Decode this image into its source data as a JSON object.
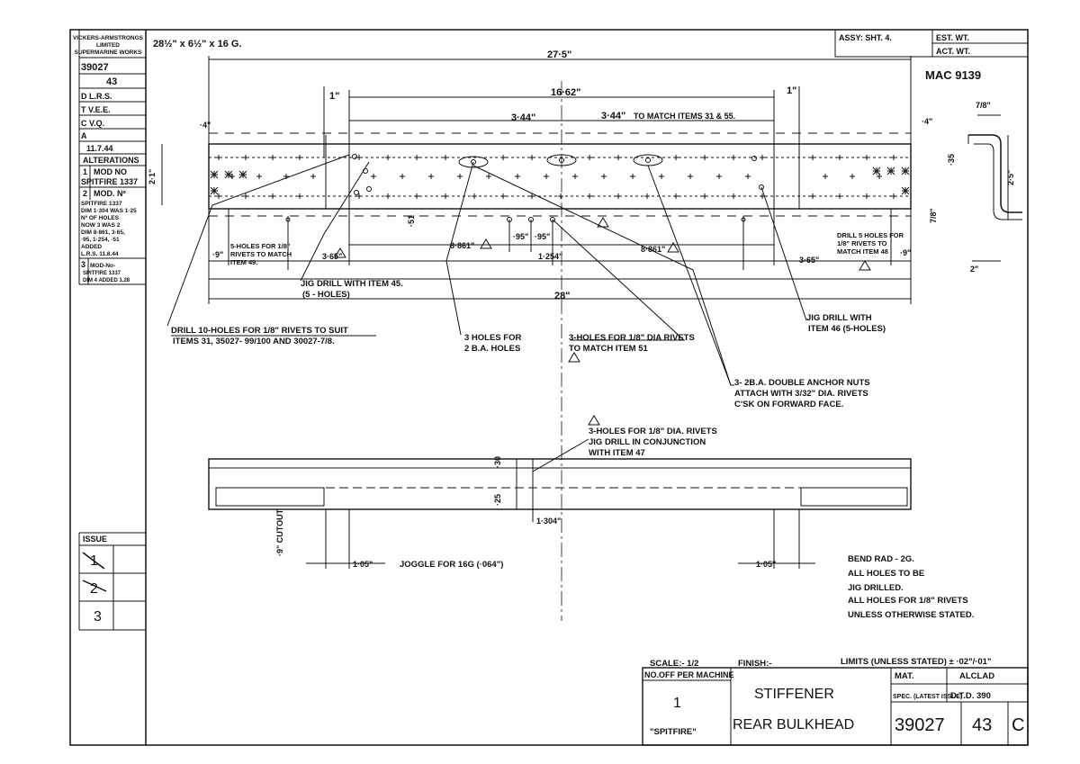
{
  "sidebar": {
    "company": [
      "VICKERS-ARMSTRONGS",
      "LIMITED",
      "SUPERMARINE WORKS"
    ],
    "drawing_no": "39027",
    "item_no": "43",
    "drawn": "D L.R.S.",
    "traced": "T V.E.E.",
    "checked": "C V.Q.",
    "approved": "A",
    "date": "11.7.44",
    "alterations_title": "ALTERATIONS",
    "alterations": [
      [
        "1",
        "MOD NO",
        "SPITFIRE 1337"
      ],
      [
        "2",
        "MOD. Nº",
        "SPITFIRE 1337",
        "DIM 1·304 WAS 1·25",
        "Nº OF HOLES",
        "NOW 3 WAS 2",
        "DIM 8·861, 3·65,",
        "·95, 1·254, ·51",
        "ADDED",
        "L.R.S. 11.8.44"
      ],
      [
        "3",
        "MOD-No-",
        "SPITFIRE 1337",
        "DIM 4 ADDED 1.28"
      ]
    ],
    "issue_title": "ISSUE",
    "issues": [
      "1",
      "2",
      "3"
    ]
  },
  "header": {
    "stock_size": "28½\" x 6½\" x 16 G.",
    "assy": "ASSY: SHT. 4.",
    "est_wt": "EST. WT.",
    "act_wt": "ACT. WT.",
    "mac_no": "MAC 9139"
  },
  "dims": {
    "overall_top": "27·5\"",
    "inner_span": "16·62\"",
    "spacing_left": "3·44\"",
    "spacing_right": "3·44\"",
    "to_match": "TO MATCH ITEMS 31 & 55.",
    "one_inch_left": "1\"",
    "one_inch_right": "1\"",
    "quarter_left": "·4\"",
    "quarter_right": "·4\"",
    "height_left": "2·1\"",
    "flange_top": "7/8\"",
    "flange_height": "2·5\"",
    "flange_small": "·35",
    "flange_bottom": "7/8\"",
    "flange_width": "2\"",
    "edge_left": "·9\"",
    "edge_right": "·9\"",
    "dim_365_left": "3·65\"",
    "dim_365_right": "3·65\"",
    "dim_8861_left": "8·861\"",
    "dim_8861_right": "8·861\"",
    "dim_95_a": "·95\"",
    "dim_95_b": "·95\"",
    "dim_1254": "1·254\"",
    "dim_51": "·51",
    "overall_bottom": "28\"",
    "elev_1304": "1·304\"",
    "elev_105_left": "1·05\"",
    "elev_105_right": "1·05\"",
    "cutout": "·9\" CUTOUT",
    "elev_small_1": "·30",
    "elev_small_2": "·25"
  },
  "notes": {
    "drill_10": [
      "DRILL 10-HOLES FOR 1/8\" RIVETS TO SUIT",
      "ITEMS 31, 35027- 99/100 AND 30027-7/8."
    ],
    "holes_5_left": [
      "5-HOLES FOR 1/8\"",
      "RIVETS TO MATCH",
      "ITEM 49."
    ],
    "jig_45": [
      "JIG DRILL WITH ITEM 45.",
      "(5 - HOLES)"
    ],
    "holes_3_2ba": [
      "3 HOLES FOR",
      "2 B.A. HOLES"
    ],
    "holes_3_rivets": [
      "3-HOLES FOR 1/8\" DIA RIVETS",
      "TO MATCH ITEM 51"
    ],
    "anchor_nuts": [
      "3- 2B.A. DOUBLE ANCHOR NUTS",
      "ATTACH WITH 3/32\" DIA. RIVETS",
      "C'SK ON FORWARD FACE."
    ],
    "jig_46": [
      "JIG DRILL WITH",
      "ITEM 46 (5-HOLES)"
    ],
    "holes_5_right": [
      "DRILL 5 HOLES FOR",
      "1/8\" RIVETS TO",
      "MATCH ITEM 48"
    ],
    "holes_47": [
      "3-HOLES FOR 1/8\" DIA. RIVETS",
      "JIG DRILL IN CONJUNCTION",
      "WITH ITEM 47"
    ],
    "joggle": "JOGGLE FOR 16G (·064\")",
    "general": [
      "BEND RAD - 2G.",
      "ALL HOLES TO BE",
      "JIG DRILLED.",
      "ALL HOLES FOR 1/8\" RIVETS",
      "UNLESS OTHERWISE STATED."
    ]
  },
  "title_block": {
    "scale": "SCALE:- 1/2",
    "finish": "FINISH:-",
    "limits": "LIMITS (UNLESS STATED) ± ·02\"/·01\"",
    "no_off_label": "NO.OFF PER MACHINE",
    "no_off": "1",
    "machine": "\"SPITFIRE\"",
    "name_1": "STIFFENER",
    "name_2": "REAR BULKHEAD",
    "mat_label": "MAT.",
    "mat": "ALCLAD",
    "spec_label": "SPEC. (LATEST ISSUE)",
    "spec": "D.T.D. 390",
    "drawing_no": "39027",
    "item": "43",
    "issue": "C"
  }
}
